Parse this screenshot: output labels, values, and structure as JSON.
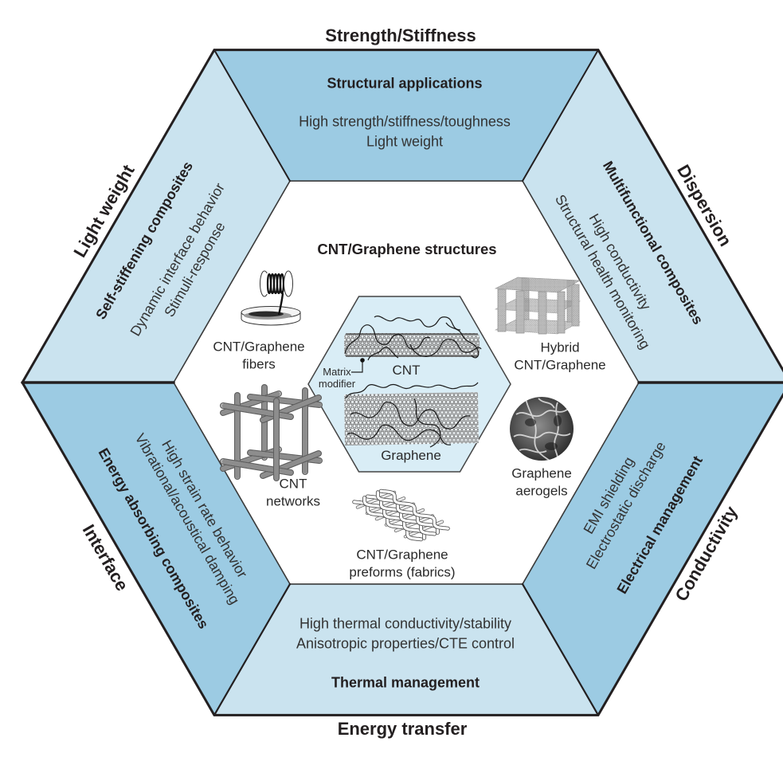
{
  "center_title": "CNT/Graphene structures",
  "outer_labels": {
    "top": "Strength/Stiffness",
    "top_right": "Dispersion",
    "bottom_right": "Conductivity",
    "bottom": "Energy transfer",
    "bottom_left": "Interface",
    "top_left": "Light weight"
  },
  "panels": {
    "top": {
      "title": "Structural applications",
      "lines": [
        "High strength/stiffness/toughness",
        "Light weight"
      ]
    },
    "top_right": {
      "title": "Multifunctional composites",
      "lines": [
        "High conductivity",
        "Structural health monitoring"
      ]
    },
    "bottom_right": {
      "title": "Electrical management",
      "lines": [
        "EMI shielding",
        "Electrostatic discharge"
      ]
    },
    "bottom": {
      "title": "Thermal management",
      "lines": [
        "High thermal conductivity/stability",
        "Anisotropic properties/CTE control"
      ]
    },
    "bottom_left": {
      "title": "Energy absorbing composites",
      "lines": [
        "High strain rate behavior",
        "Vibrational/acoustical damping"
      ]
    },
    "top_left": {
      "title": "Self-stiffening composites",
      "lines": [
        "Dynamic interface behavior",
        "Stimuli-response"
      ]
    }
  },
  "structures": {
    "fibers": [
      "CNT/Graphene",
      "fibers"
    ],
    "hybrid": [
      "Hybrid",
      "CNT/Graphene"
    ],
    "networks": [
      "CNT",
      "networks"
    ],
    "aerogels": [
      "Graphene",
      "aerogels"
    ],
    "preforms": [
      "CNT/Graphene",
      "preforms (fabrics)"
    ]
  },
  "core": {
    "cnt": "CNT",
    "graphene": "Graphene",
    "matrix_modifier": [
      "Matrix",
      "modifier"
    ]
  },
  "colors": {
    "panel_dark": "#9ccbe3",
    "panel_light": "#cae3ef",
    "core_hexagon": "#d9edf6",
    "outline": "#231f20"
  }
}
